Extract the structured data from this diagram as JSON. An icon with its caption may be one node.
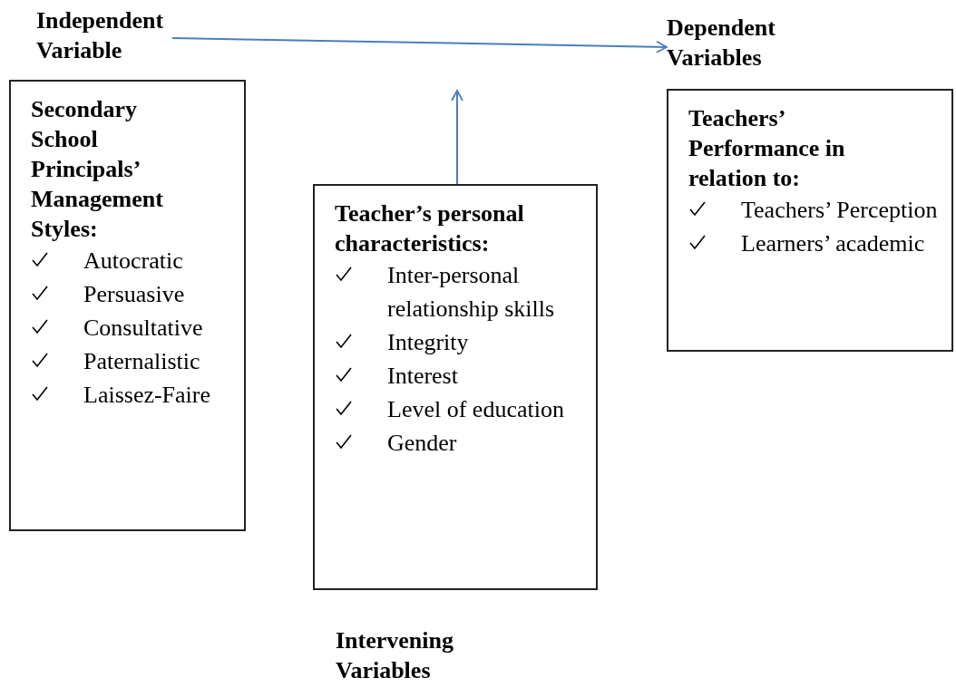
{
  "diagram": {
    "nodes": [
      {
        "text": [
          "Independent Variable"
        ]
      },
      {
        "text": [
          "Dependent Variables"
        ]
      },
      {
        "text": [
          "Secondary School Principals’ Management Styles:",
          "Autocratic",
          "Persuasive",
          "Consultative",
          "Paternalistic",
          "Laissez-Faire"
        ]
      },
      {
        "text": [
          "Teacher’s personal characteristics:",
          "Inter-personal relationship skills",
          "Integrity",
          "Interest",
          "Level of education",
          "Gender"
        ]
      },
      {
        "text": [
          "Teachers’ Performance in relation to:",
          "Teachers’ Perception",
          "Learners’ academic"
        ]
      }
    ],
    "edges": [
      {
        "from": 0,
        "to": 1,
        "arrow": "to"
      },
      {
        "from": 3,
        "to": null,
        "arrow": "to"
      }
    ],
    "labels": [
      "Intervening Variables"
    ]
  }
}
